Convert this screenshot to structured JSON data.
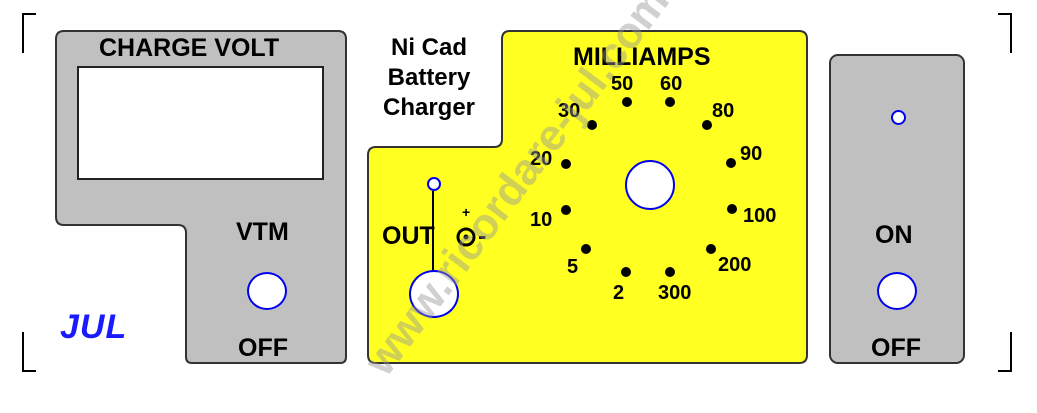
{
  "left_panel": {
    "title": "CHARGE VOLT",
    "switch_top_label": "VTM",
    "switch_bottom_label": "OFF",
    "brand": "JUL"
  },
  "center": {
    "title_lines": [
      "Ni Cad",
      "Battery",
      "Charger"
    ]
  },
  "milliamp_panel": {
    "title": "MILLIAMPS",
    "scale": [
      "2",
      "5",
      "10",
      "20",
      "30",
      "50",
      "60",
      "80",
      "90",
      "100",
      "200",
      "300"
    ],
    "out_label": "OUT",
    "plus_sign": "+",
    "minus_sign": "-"
  },
  "right_panel": {
    "top_label": "ON",
    "bottom_label": "OFF"
  },
  "watermark": "www.ricordare-jul.com",
  "colors": {
    "panel_gray": "#c0c0c0",
    "panel_yellow": "#ffff22",
    "knob_border": "#0000ee",
    "brand_blue": "#1a1aff"
  }
}
